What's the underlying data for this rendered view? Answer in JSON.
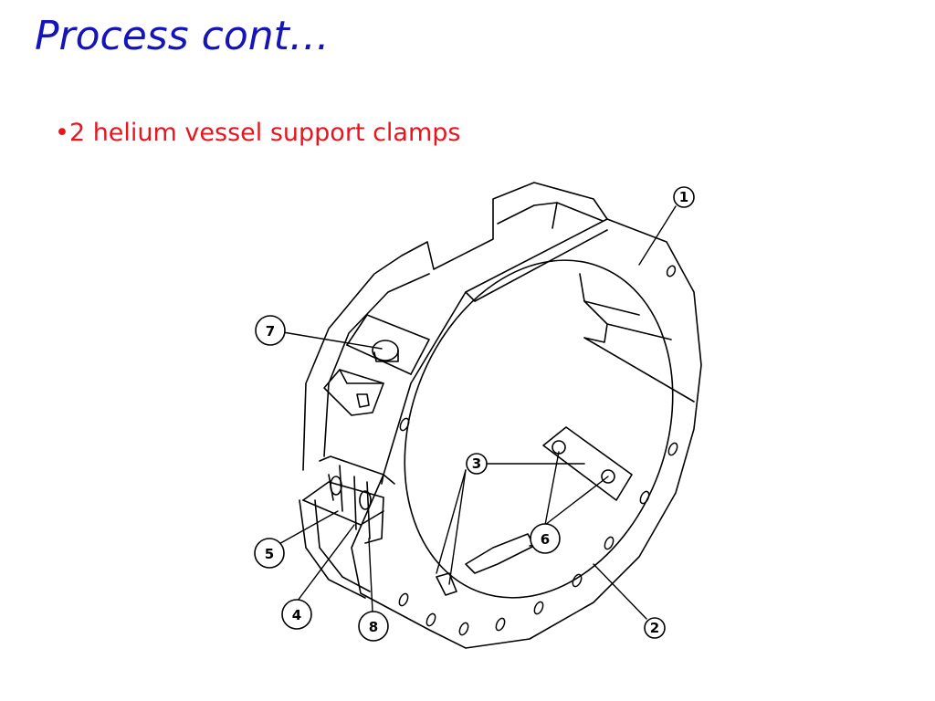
{
  "slide": {
    "title": "Process cont…",
    "bullets": [
      {
        "marker": "•",
        "text": "2 helium vessel support clamps"
      }
    ]
  },
  "colors": {
    "title": "#1414b8",
    "bullet": "#e8141e",
    "drawing": "#000000",
    "background": "#ffffff"
  },
  "callouts": [
    {
      "id": "1",
      "label": "1"
    },
    {
      "id": "2",
      "label": "2"
    },
    {
      "id": "3",
      "label": "3"
    },
    {
      "id": "4",
      "label": "4"
    },
    {
      "id": "5",
      "label": "5"
    },
    {
      "id": "6",
      "label": "6"
    },
    {
      "id": "7",
      "label": "7"
    },
    {
      "id": "8",
      "label": "8"
    }
  ]
}
